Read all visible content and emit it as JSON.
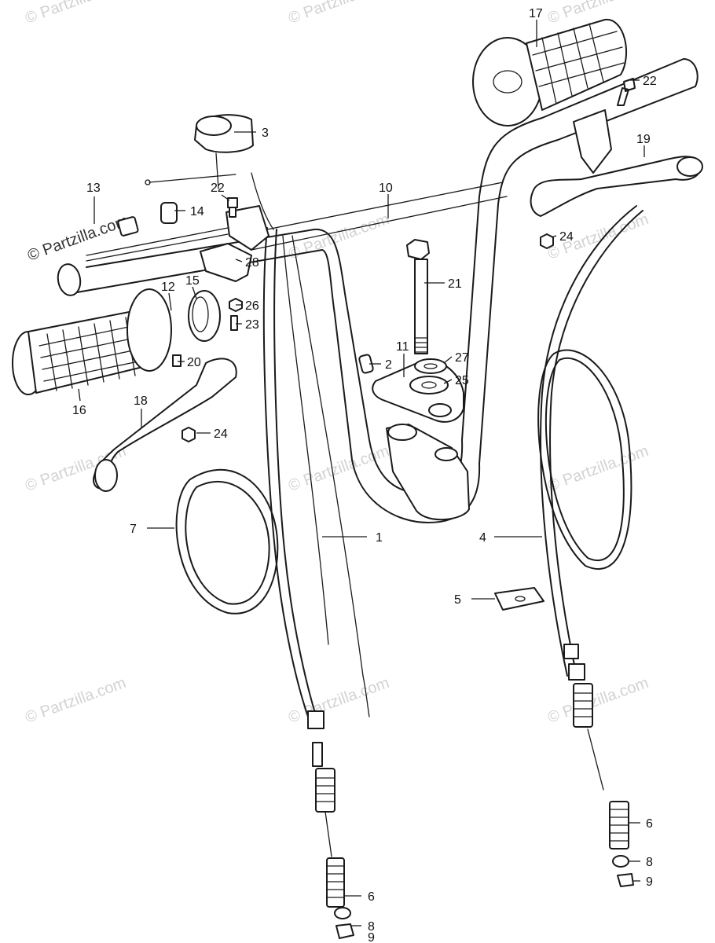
{
  "watermark": {
    "text": "© Partzilla.com",
    "corner_text": "© Partzilla.com"
  },
  "callouts": {
    "c1": "1",
    "c2": "2",
    "c3": "3",
    "c4": "4",
    "c5": "5",
    "c6a": "6",
    "c6b": "6",
    "c7": "7",
    "c8a": "8",
    "c8b": "8",
    "c9a": "9",
    "c9b": "9",
    "c10": "10",
    "c11": "11",
    "c12": "12",
    "c13": "13",
    "c14": "14",
    "c15": "15",
    "c16": "16",
    "c17": "17",
    "c18": "18",
    "c19": "19",
    "c20": "20",
    "c21": "21",
    "c22a": "22",
    "c22b": "22",
    "c23": "23",
    "c24a": "24",
    "c24b": "24",
    "c25": "25",
    "c26": "26",
    "c27": "27",
    "c28": "28"
  }
}
